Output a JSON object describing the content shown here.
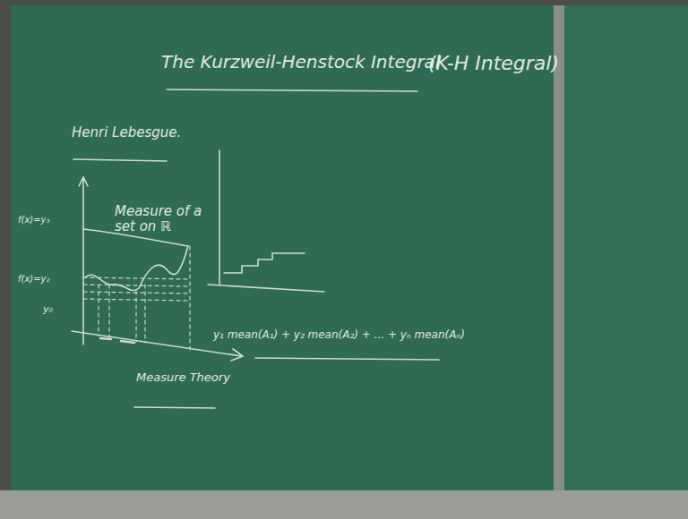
{
  "diagram": {
    "title": "The Kurzweil-Henstock Integral",
    "labels": [
      "(K-H Integral)",
      "Henri Lebesgue.",
      "Measure of a set on ℝ",
      "f(x)=y₃",
      "f(x)=y₂",
      "y₀",
      "y₁ mean(A₁) + y₂ mean(A₂) + ... + yₙ mean(Aₙ)",
      "Measure Theory"
    ]
  }
}
